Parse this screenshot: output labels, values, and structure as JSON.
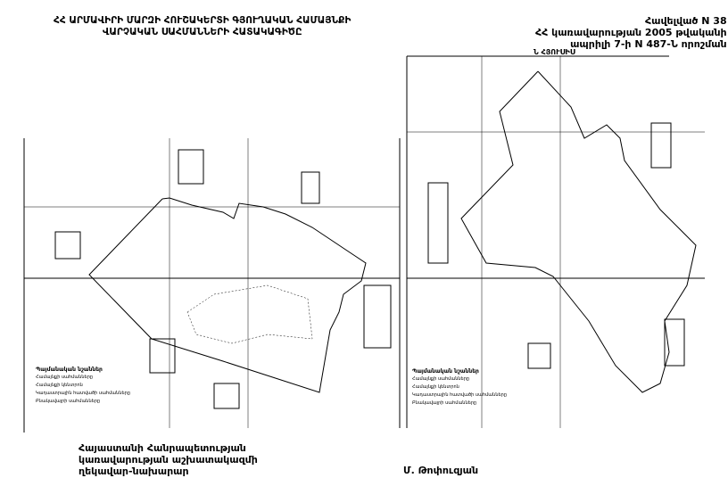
{
  "header": {
    "title_line1": "ՀՀ ԱՐՄԱՎԻՐԻ ՄԱՐԶԻ ՀՈՒՇԱԿԵՐՏԻ ԳՅՈՒՂԱԿԱՆ ՀԱՄԱՅՆՔԻ",
    "title_line2": "ՎԱՐՉԱԿԱՆ ՍԱՀՄԱՆՆԵՐԻ ՀԱՏԱԿԱԳԻԾԸ"
  },
  "annex": {
    "line1": "Հավելված N 38",
    "line2": "ՀՀ կառավարության 2005 թվականի",
    "line3": "ապրիլի 7-ի N 487-Ն որոշման"
  },
  "map": {
    "north_label": "Ն ՀՅՈՒՍԻՍ",
    "legend_title": "Պայմանական նշաններ",
    "legend_items": [
      "Համայնքի սահմանները",
      "Համայնքի կենտրոն",
      "Կադաստրային հատվածի սահմանները",
      "Բնակավայրի սահմանները"
    ]
  },
  "footer": {
    "sign_line1": "Հայաստանի Հանրապետության",
    "sign_line2": "կառավարության աշխատակազմի",
    "sign_line3": "ղեկավար-նախարար",
    "signer": "Մ. Թոփուզյան"
  }
}
